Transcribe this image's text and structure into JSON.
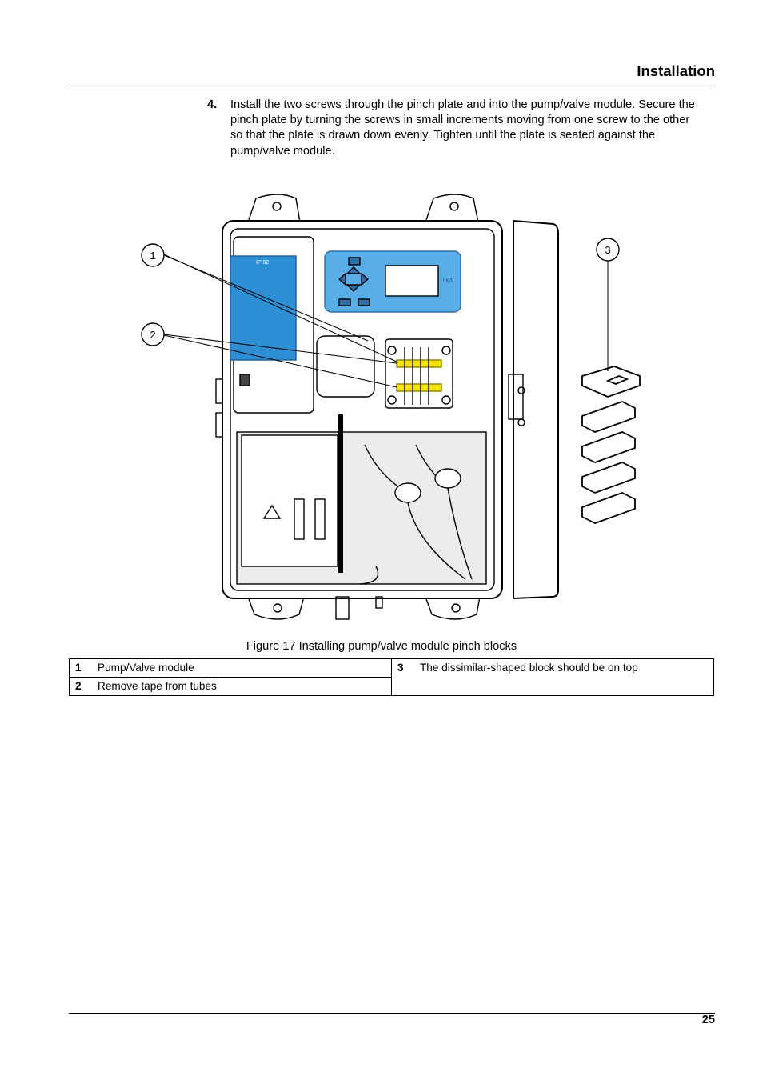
{
  "header": {
    "section_title": "Installation"
  },
  "step": {
    "number": "4.",
    "text": "Install the two screws through the pinch plate and into the pump/valve module. Secure the pinch plate by turning the screws in small increments moving from one screw to the other so that the plate is drawn down evenly. Tighten until the plate is seated against the pump/valve module."
  },
  "figure": {
    "callouts": [
      "1",
      "2",
      "3"
    ],
    "caption": "Figure 17  Installing pump/valve module pinch blocks",
    "label_ip": "IP 62",
    "label_unit": "mg/L"
  },
  "legend": [
    {
      "num": "1",
      "text": "Pump/Valve module"
    },
    {
      "num": "2",
      "text": "Remove tape from tubes"
    },
    {
      "num": "3",
      "text": "The dissimilar-shaped block should be on top"
    }
  ],
  "footer": {
    "page_number": "25"
  },
  "colors": {
    "panel_blue": "#2f8fd4",
    "display_blue": "#5aaee8",
    "tape_yellow": "#f5e400"
  }
}
